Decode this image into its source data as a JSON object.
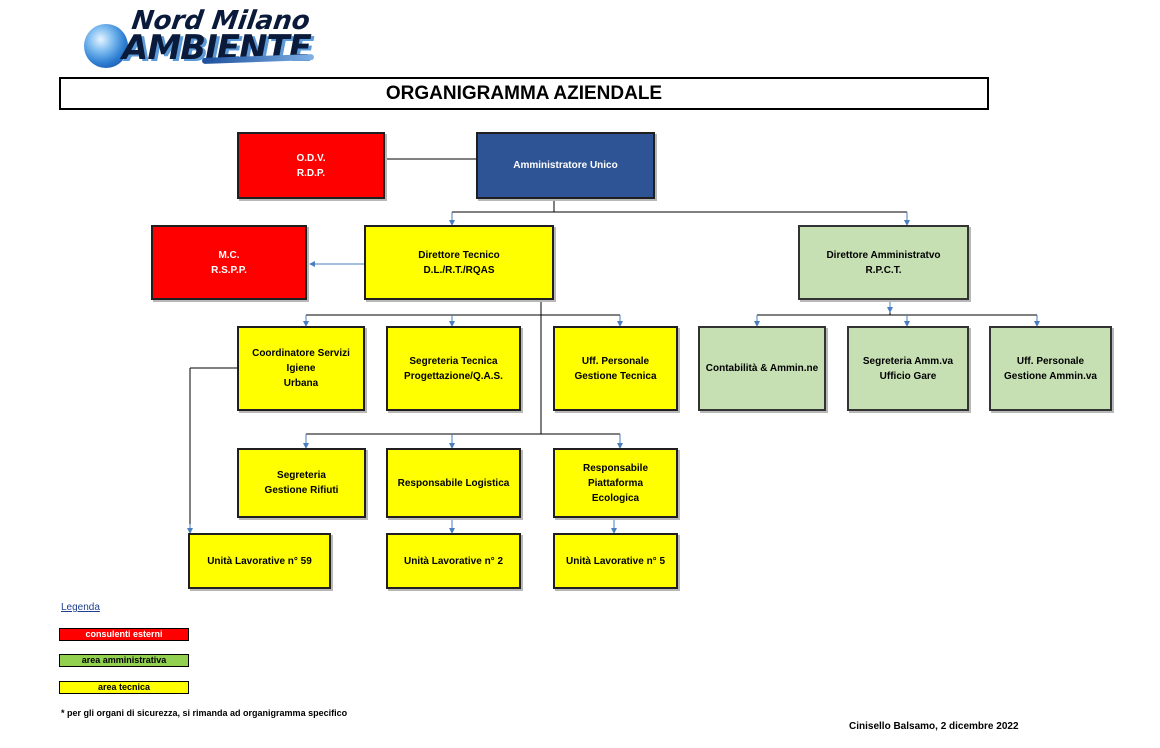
{
  "logo": {
    "top_text": "Nord Milano",
    "bottom_text": "AMBIENTE"
  },
  "title": "ORGANIGRAMMA AZIENDALE",
  "boxes": {
    "odv": [
      "O.D.V.",
      "R.D.P."
    ],
    "amministratore": [
      "Amministratore Unico"
    ],
    "mc": [
      "M.C.",
      "R.S.P.P."
    ],
    "direttore_tecnico": [
      "Direttore Tecnico",
      "D.L./R.T./RQAS"
    ],
    "direttore_amministrativo": [
      "Direttore Amministratvo",
      "R.P.C.T."
    ],
    "coordinatore": [
      "Coordinatore Servizi Igiene",
      "Urbana"
    ],
    "segreteria_tecnica": [
      "Segreteria Tecnica",
      "Progettazione/Q.A.S."
    ],
    "uff_personale_tecnica": [
      "Uff. Personale",
      "Gestione Tecnica"
    ],
    "contabilita": [
      "Contabilità & Ammin.ne"
    ],
    "segreteria_amm": [
      "Segreteria Amm.va",
      "Ufficio Gare"
    ],
    "uff_personale_amm": [
      "Uff. Personale",
      "Gestione Ammin.va"
    ],
    "segreteria_rifiuti": [
      "Segreteria",
      "Gestione Rifiuti"
    ],
    "responsabile_logistica": [
      "Responsabile Logistica"
    ],
    "responsabile_piattaforma": [
      "Responsabile Piattaforma",
      "Ecologica"
    ],
    "unita_59": [
      "Unità Lavorative n° 59"
    ],
    "unita_2": [
      "Unità Lavorative n° 2"
    ],
    "unita_5": [
      "Unità Lavorative n° 5"
    ]
  },
  "legend": {
    "heading": "Legenda",
    "items": [
      "consulenti esterni",
      "area amministrativa",
      "area tecnica"
    ]
  },
  "colors": {
    "external": "#ff0000",
    "admin_area": "#92d050",
    "technical_area": "#ffff00",
    "top_management": "#2f5496",
    "connector": "#4a7ec0"
  },
  "footnote": "* per gli organi di sicurezza, si rimanda ad organigramma specifico",
  "date_line": "Cinisello Balsamo, 2 dicembre 2022"
}
